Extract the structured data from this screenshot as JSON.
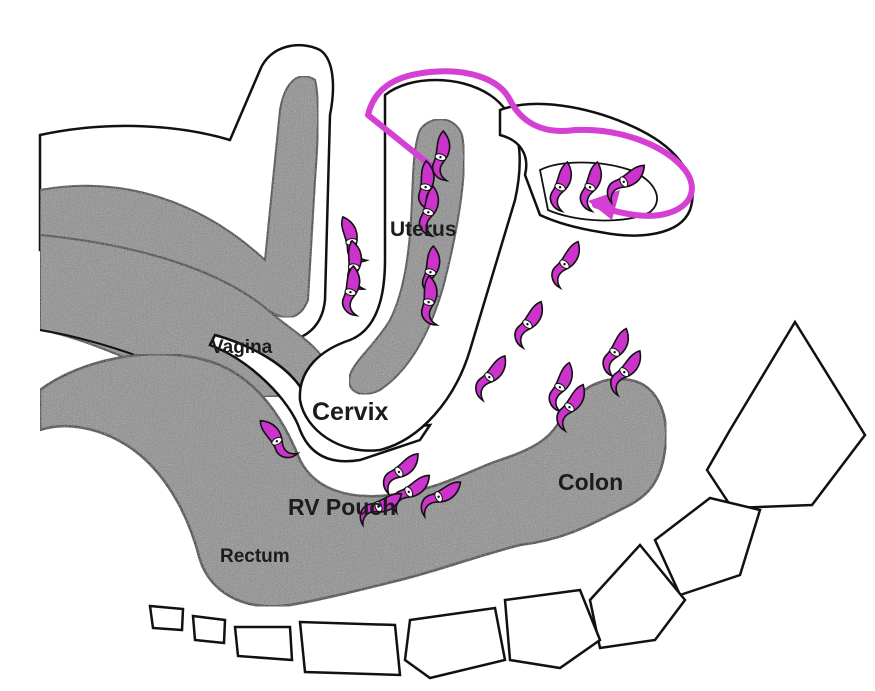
{
  "diagram": {
    "labels": {
      "uterus": "Uterus",
      "vagina": "Vagina",
      "cervix": "Cervix",
      "colon": "Colon",
      "rv_pouch": "RV Pouch",
      "rectum": "Rectum"
    },
    "colors": {
      "tissue_fill": "#8a8a8a",
      "outline": "#111111",
      "cell_fill": "#cc33cc",
      "path_stroke": "#d43fd4",
      "background": "#ffffff"
    }
  }
}
